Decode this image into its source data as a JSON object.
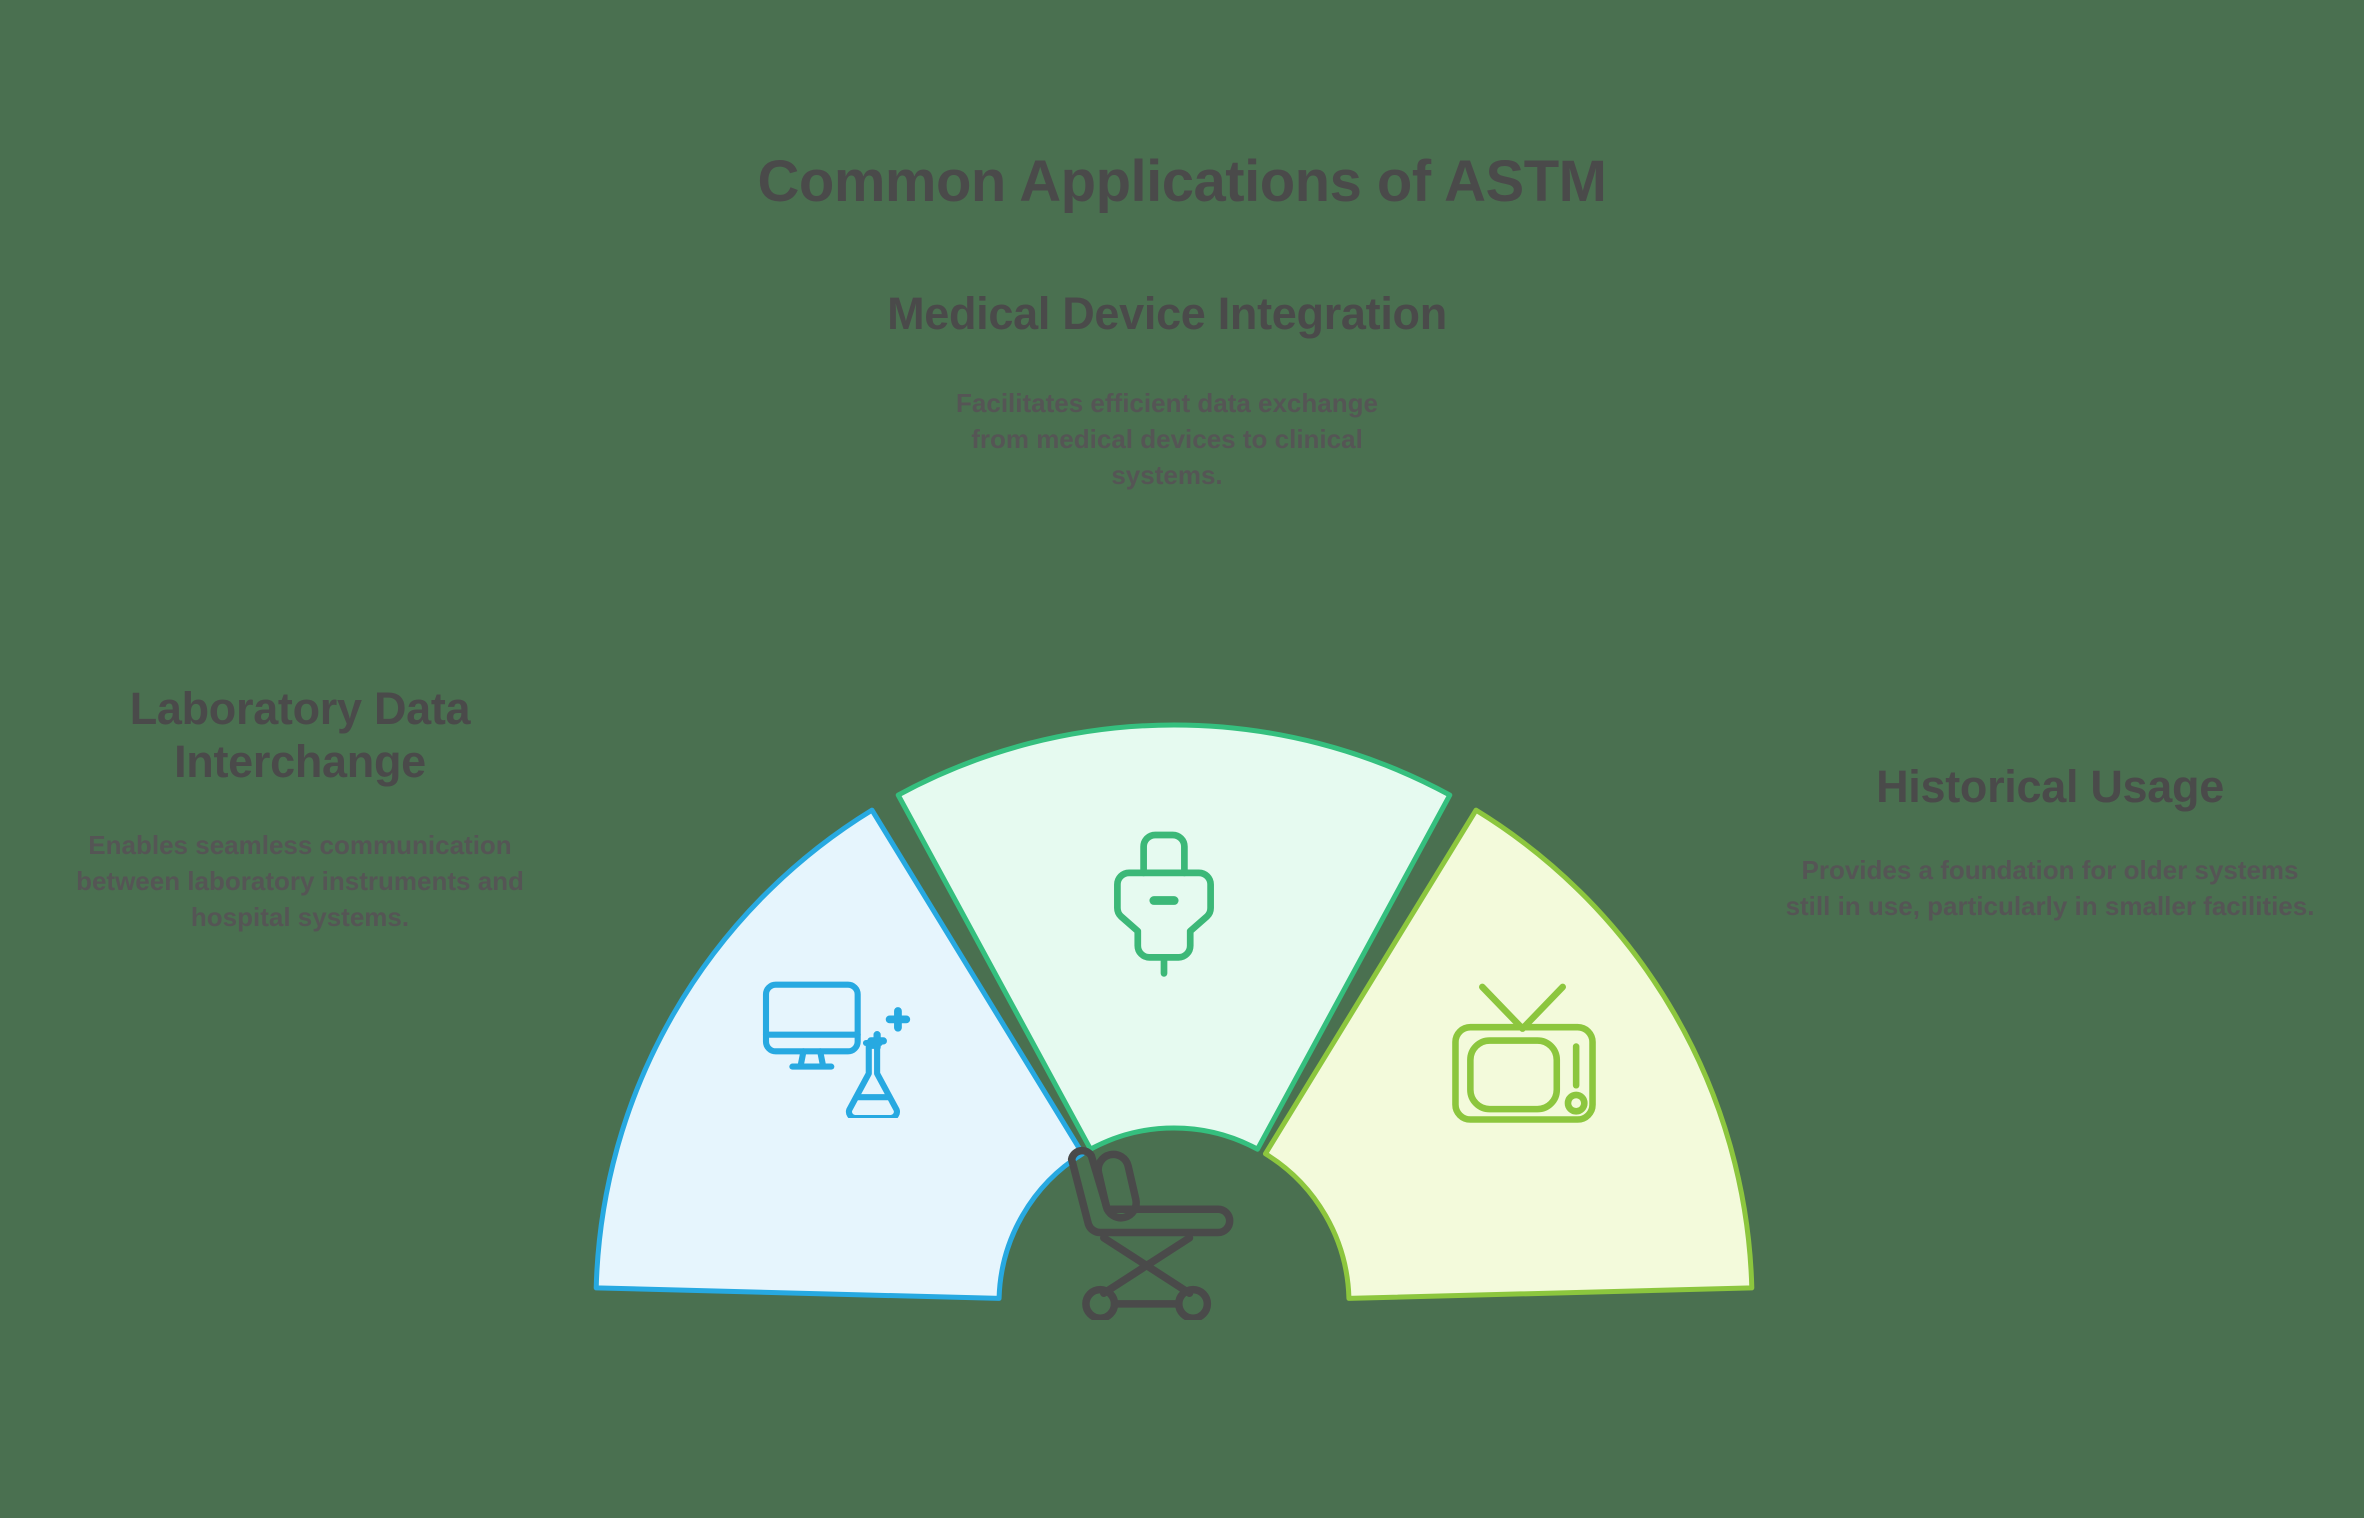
{
  "page": {
    "background_color": "#4a7050",
    "title": "Common Applications of ASTM",
    "title_color": "#4a4a4a"
  },
  "segments": [
    {
      "id": "laboratory-data-interchange",
      "heading": "Laboratory Data Interchange",
      "body": "Enables seamless communication between laboratory instruments and hospital systems.",
      "stroke_color": "#27a9e1",
      "fill_color": "#e6f5fd",
      "icon": "monitor-flask-icon",
      "position": "left"
    },
    {
      "id": "medical-device-integration",
      "heading": "Medical Device Integration",
      "body": "Facilitates efficient data exchange from medical devices to clinical systems.",
      "stroke_color": "#35bf7e",
      "fill_color": "#e6faf0",
      "icon": "plug-connector-icon",
      "position": "center"
    },
    {
      "id": "historical-usage",
      "heading": "Historical Usage",
      "body": "Provides a foundation for older systems still in use, particularly in smaller facilities.",
      "stroke_color": "#8cc63e",
      "fill_color": "#f3fadb",
      "icon": "retro-tv-icon",
      "position": "right"
    }
  ],
  "center_icon": {
    "name": "hospital-gurney-icon",
    "color": "#4a4a4a"
  },
  "chart_data": {
    "type": "pie",
    "title": "Common Applications of ASTM",
    "subtype": "semi-donut",
    "categories": [
      "Laboratory Data Interchange",
      "Medical Device Integration",
      "Historical Usage"
    ],
    "values": [
      33.33,
      33.33,
      33.33
    ],
    "colors": [
      "#27a9e1",
      "#35bf7e",
      "#8cc63e"
    ],
    "fills": [
      "#e6f5fd",
      "#e6faf0",
      "#f3fadb"
    ],
    "start_angle": 180,
    "end_angle": 360,
    "inner_radius": 175,
    "outer_radius": 578,
    "legend": "none",
    "grid": false
  }
}
